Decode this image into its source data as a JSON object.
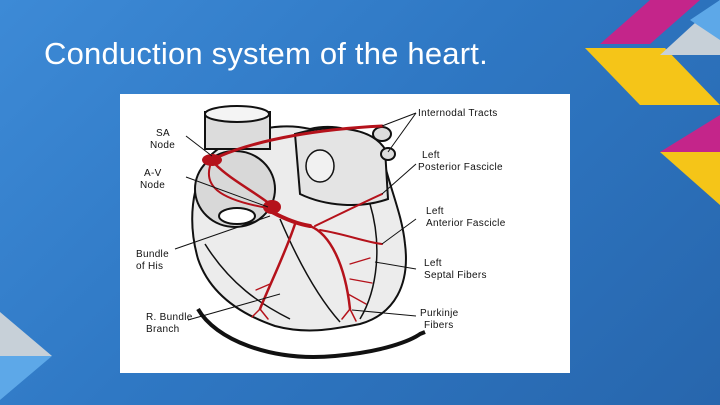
{
  "slide": {
    "title": "Conduction system of the heart."
  },
  "figure": {
    "labels": {
      "sa_node_1": "SA",
      "sa_node_2": "Node",
      "av_node_1": "A-V",
      "av_node_2": "Node",
      "bundle_his_1": "Bundle",
      "bundle_his_2": "of His",
      "r_bundle_1": "R. Bundle",
      "r_bundle_2": "Branch",
      "internodal": "Internodal Tracts",
      "left_post_1": "Left",
      "left_post_2": "Posterior  Fascicle",
      "left_ant_1": "Left",
      "left_ant_2": "Anterior  Fascicle",
      "left_septal_1": "Left",
      "left_septal_2": "Septal  Fibers",
      "purkinje_1": "Purkinje",
      "purkinje_2": "Fibers"
    }
  },
  "colors": {
    "background": "#2f78c4",
    "conduction": "#b5121b",
    "deco_yellow": "#f5c518",
    "deco_magenta": "#c4258a",
    "deco_gray": "#c7d0d8"
  }
}
